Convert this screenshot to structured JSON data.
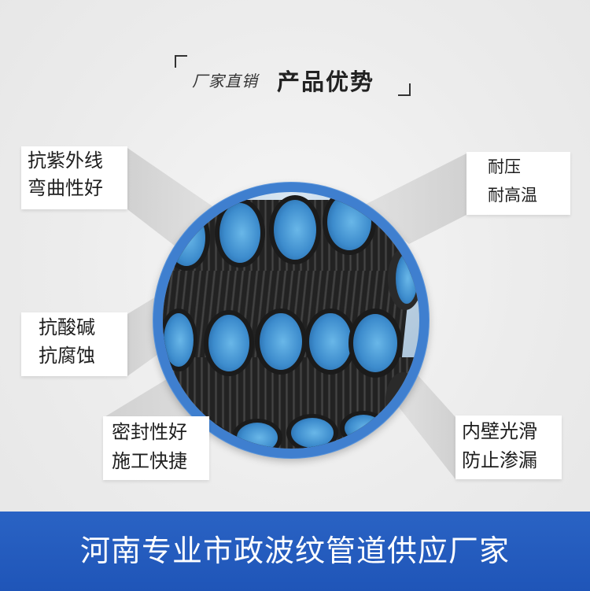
{
  "header": {
    "subtitle": "厂家直销",
    "title": "产品优势"
  },
  "features": {
    "uv": {
      "line1": "抗紫外线",
      "line2": "弯曲性好"
    },
    "heat": {
      "line1": "耐压",
      "line2": "耐高温"
    },
    "acid": {
      "line1": "抗酸碱",
      "line2": "抗腐蚀"
    },
    "seal": {
      "line1": "密封性好",
      "line2": "施工快捷"
    },
    "wall": {
      "line1": "内壁光滑",
      "line2": "防止渗漏"
    }
  },
  "photo": {
    "icon": "corrugated-pipe-stack-photo"
  },
  "banner": {
    "text": "河南专业市政波纹管道供应厂家"
  },
  "colors": {
    "banner": "#2259bd",
    "ring": "#3f7fcf",
    "pipe_inner": "#4a9bd6",
    "pipe_outer": "#2b2b2b"
  }
}
